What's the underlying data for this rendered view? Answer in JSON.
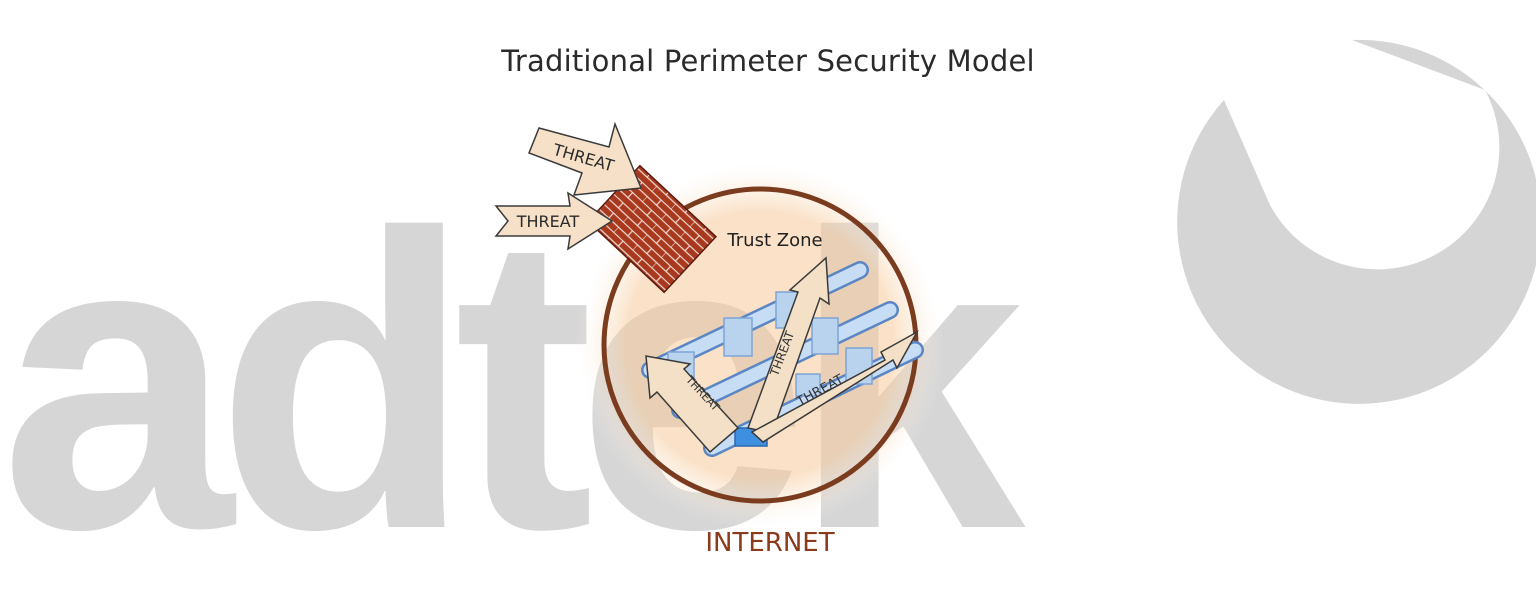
{
  "title": "Traditional Perimeter Security Model",
  "labels": {
    "trust_zone": "Trust Zone",
    "internet": "INTERNET",
    "threat": "THREAT"
  },
  "watermark": {
    "text": "adtek"
  },
  "colors": {
    "perimeter": "#7a3b1e",
    "internet_text": "#8b3a1a",
    "firewall_brick": "#a0361f",
    "threat_arrow_fill": "#f6e1c8",
    "threat_arrow_stroke": "#3a3a3a",
    "pipe": "#aec9ef",
    "server": "#b9d3ef",
    "watermark": "#d3d3d3"
  }
}
